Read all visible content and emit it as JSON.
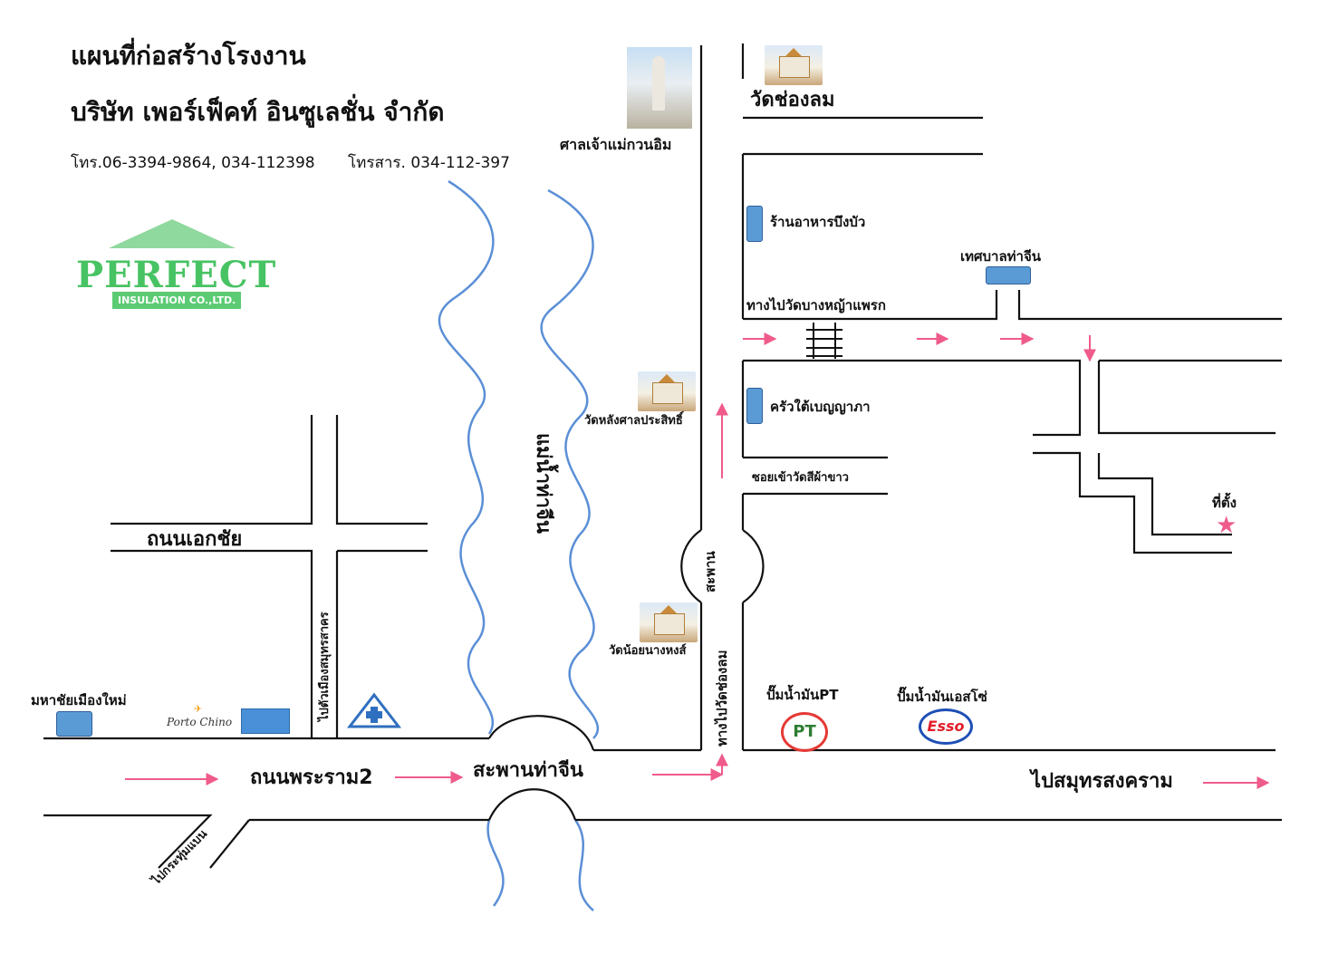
{
  "header": {
    "title": "แผนที่ก่อสร้างโรงงาน",
    "company": "บริษัท เพอร์เฟ็คท์ อินซูเลชั่น จำกัด",
    "phone": "โทร.06-3394-9864, 034-112398",
    "fax": "โทรสาร. 034-112-397"
  },
  "logo": {
    "main": "PERFECT",
    "sub": "INSULATION CO.,LTD.",
    "color": "#47c363"
  },
  "landmarks": {
    "wat_chong_lom": "วัดช่องลม",
    "shrine": "ศาลเจ้าแม่กวนอิม",
    "restaurant": "ร้านอาหารบึงบัว",
    "municipality": "เทศบาลท่าจีน",
    "road_to_wat": "ทางไปวัดบางหญ้าแพรก",
    "kitchen": "ครัวใต้เบญญาภา",
    "wat_lang_san": "วัดหลังศาลประสิทธิ์",
    "soi_wat": "ซอยเข้าวัดสีผ้าขาว",
    "site": "ที่ตั้ง",
    "bridge_small": "สะพาน",
    "to_wat_chong_lom": "ทางไปวัดช่องลม",
    "wat_noi": "วัดน้อยนางหงส์",
    "river": "แม่น้ำท่าจีน",
    "ekachai": "ถนนเอกชัย",
    "to_samut_sakhon": "ไปตัวเมืองสมุทรสาคร",
    "mahachai": "มหาชัยเมืองใหม่",
    "pt_station": "ปั๊มน้ำมันPT",
    "esso_station": "ปั๊มน้ำมันเอสโซ่",
    "rama2": "ถนนพระราม2",
    "tha_chin_bridge": "สะพานท่าจีน",
    "to_samut_songkhram": "ไปสมุทรสงคราม",
    "to_krathum_baen": "ไปกระทุ่มแบน",
    "porto_chino": "Porto Chino",
    "pt_logo": "PT",
    "esso_logo": "Esso"
  },
  "colors": {
    "river": "#5b8fd6",
    "arrow": "#ef5b8a",
    "marker": "#5b9bd5",
    "road": "#111111"
  },
  "icons": [
    "temple-icon",
    "shrine-icon",
    "railway-icon",
    "site-star-icon",
    "hospital-icon",
    "pt-logo",
    "esso-logo"
  ]
}
